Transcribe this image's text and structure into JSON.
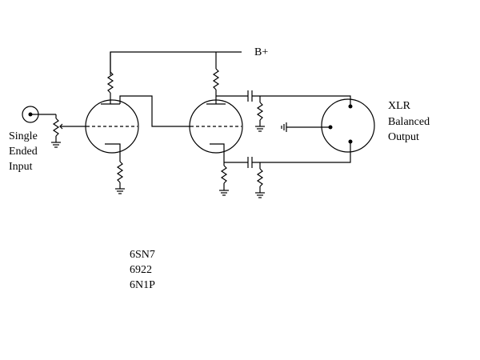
{
  "labels": {
    "bplus": "B+",
    "input_line1": "Single",
    "input_line2": "Ended",
    "input_line3": "Input",
    "output_line1": "XLR",
    "output_line2": "Balanced",
    "output_line3": "Output"
  },
  "tube_types": [
    "6SN7",
    "6922",
    "6N1P"
  ],
  "colors": {
    "ink": "#000000",
    "background": "#ffffff"
  }
}
